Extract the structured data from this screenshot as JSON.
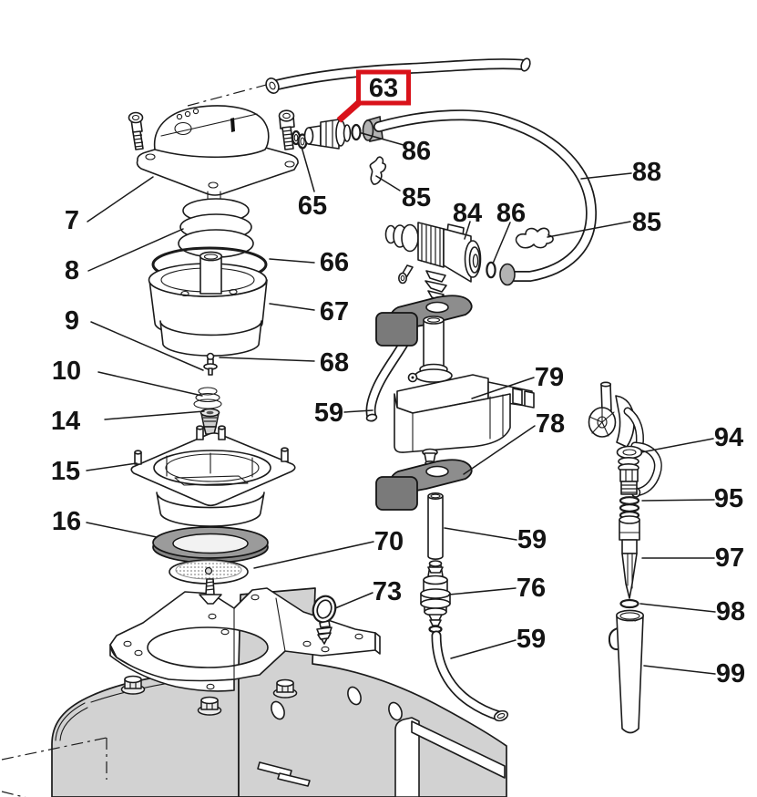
{
  "diagram": {
    "kind_note": "exploded-parts-diagram",
    "highlight": {
      "part": "63",
      "box_color": "#d9121a"
    }
  },
  "labels": {
    "n7": "7",
    "n8": "8",
    "n9": "9",
    "n10": "10",
    "n14": "14",
    "n15": "15",
    "n16": "16",
    "n59a": "59",
    "n59b": "59",
    "n59c": "59",
    "n63": "63",
    "n65": "65",
    "n66": "66",
    "n67": "67",
    "n68": "68",
    "n70": "70",
    "n73": "73",
    "n76": "76",
    "n78": "78",
    "n79": "79",
    "n84": "84",
    "n85a": "85",
    "n85b": "85",
    "n86a": "86",
    "n86b": "86",
    "n88": "88",
    "n94": "94",
    "n95": "95",
    "n97": "97",
    "n98": "98",
    "n99": "99"
  }
}
